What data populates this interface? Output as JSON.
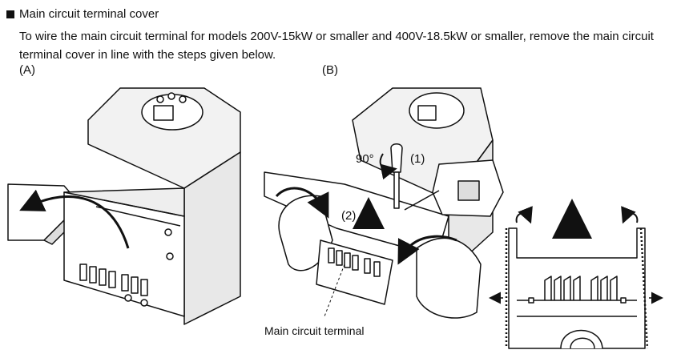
{
  "section": {
    "title": "Main circuit terminal cover",
    "body": "To wire the main circuit terminal for models 200V-15kW or smaller and 400V-18.5kW or smaller, remove the main circuit terminal cover in line with the steps given below.",
    "label_a": "(A)",
    "label_b": "(B)"
  },
  "figure_b": {
    "angle_label": "90°",
    "step1_label": "(1)",
    "step2_label": "(2)",
    "terminal_callout": "Main circuit terminal"
  }
}
